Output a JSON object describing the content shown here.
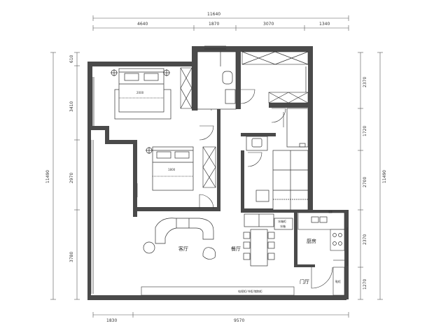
{
  "dimensions": {
    "top_total": "11640",
    "top_segments": [
      "4640",
      "1870",
      "3070",
      "1340"
    ],
    "bottom_segments": [
      "1830",
      "9570"
    ],
    "left_total": "11490",
    "left_segments": [
      "610",
      "3410",
      "2970",
      "3780"
    ],
    "right_total": "11490",
    "right_segments": [
      "2370",
      "1720",
      "2700",
      "2370",
      "1270"
    ]
  },
  "rooms": {
    "master_bed_size": "2000",
    "second_bed_size": "1800",
    "living_room": "客厅",
    "dining_room": "餐厅",
    "kitchen": "厨房",
    "entry": "门厅"
  },
  "labels": {
    "cabinet_top": "冰箱柜",
    "cabinet_bottom": "冰箱",
    "tv_wall": "电视柜/书柜/储物柜",
    "shoe_cabinet": "鞋柜"
  },
  "colors": {
    "wall": "#4a4a4a",
    "line": "#333333"
  }
}
